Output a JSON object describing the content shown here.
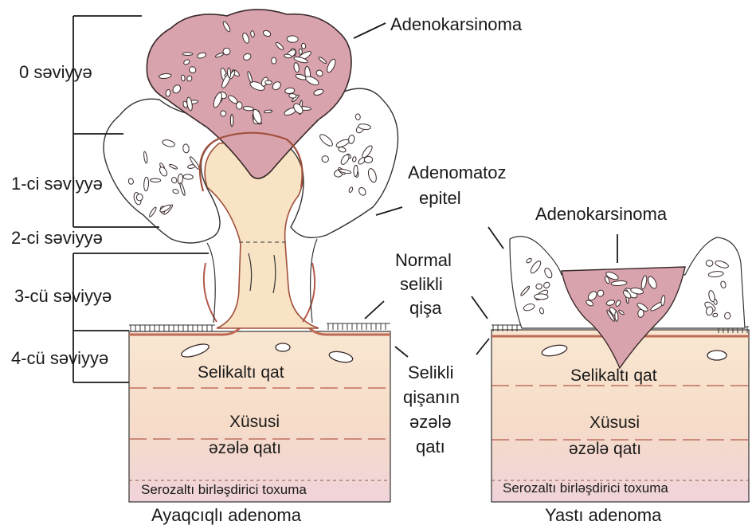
{
  "levels": {
    "level0": "0 səviyyə",
    "level1": "1-ci səviyyə",
    "level2": "2-ci səviyyə",
    "level3": "3-cü səviyyə",
    "level4": "4-cü səviyyə"
  },
  "labels": {
    "adenocarcinoma_top": "Adenokarsinoma",
    "adenomatous_line1": "Adenomatoz",
    "adenomatous_line2": "epitel",
    "adenocarcinoma_right": "Adenokarsinoma",
    "normal_line1": "Normal",
    "normal_line2": "selikli",
    "normal_line3": "qişa",
    "muscularis_line1": "Selikli",
    "muscularis_line2": "qişanın",
    "muscularis_line3": "əzələ",
    "muscularis_line4": "qatı"
  },
  "left_panel": {
    "submucosa": "Selikaltı qat",
    "muscle_line1": "Xüsusi",
    "muscle_line2": "əzələ qatı",
    "serosa": "Serozaltı birləşdirici toxuma",
    "caption": "Ayaqcıqlı adenoma"
  },
  "right_panel": {
    "submucosa": "Selikaltı qat",
    "muscle_line1": "Xüsusi",
    "muscle_line2": "əzələ qatı",
    "serosa": "Serozaltı birləşdirici toxuma",
    "caption": "Yastı adenoma"
  },
  "colors": {
    "carcinoma": "#d9a3ad",
    "stalk": "#f8e3c4",
    "tissue": "#f6dfc8",
    "muscle_layer": "#d08070",
    "muscle_bottom": "#eed3d8",
    "ink": "#1a1a1a"
  }
}
